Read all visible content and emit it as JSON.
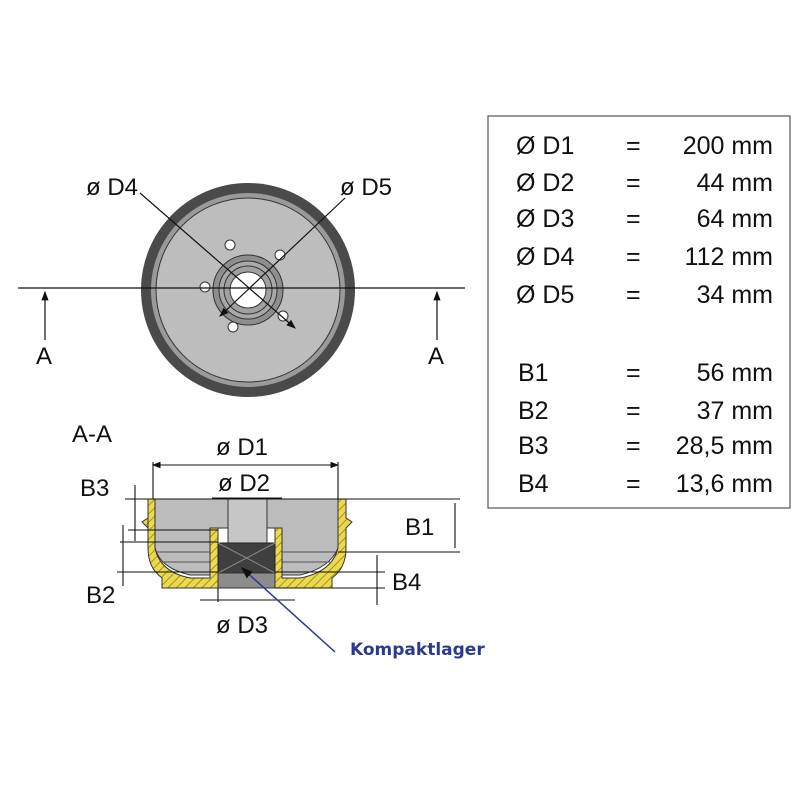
{
  "top_view": {
    "labels": {
      "d4": "ø D4",
      "d5": "ø D5",
      "section_left": "A",
      "section_right": "A"
    }
  },
  "section_view": {
    "title": "A-A",
    "labels": {
      "d1": "ø D1",
      "d2": "ø D2",
      "d3": "ø D3",
      "b1": "B1",
      "b2": "B2",
      "b3": "B3",
      "b4": "B4"
    },
    "callout": "Kompaktlager"
  },
  "dimensions_table": {
    "rows": [
      {
        "label": "Ø D1",
        "eq": "=",
        "value": "200 mm"
      },
      {
        "label": "Ø D2",
        "eq": "=",
        "value": "44 mm"
      },
      {
        "label": "Ø D3",
        "eq": "=",
        "value": "64 mm"
      },
      {
        "label": "Ø D4",
        "eq": "=",
        "value": "112 mm"
      },
      {
        "label": "Ø D5",
        "eq": "=",
        "value": "34 mm"
      },
      {
        "label": "B1",
        "eq": "=",
        "value": "56 mm"
      },
      {
        "label": "B2",
        "eq": "=",
        "value": "37 mm"
      },
      {
        "label": "B3",
        "eq": "=",
        "value": "28,5 mm"
      },
      {
        "label": "B4",
        "eq": "=",
        "value": "13,6 mm"
      }
    ]
  },
  "colors": {
    "drum_gray": "#b9b9b9",
    "rim_dark": "#4a4a4a",
    "section_yellow": "#e9d84a",
    "callout_blue": "#2b3a8c"
  }
}
